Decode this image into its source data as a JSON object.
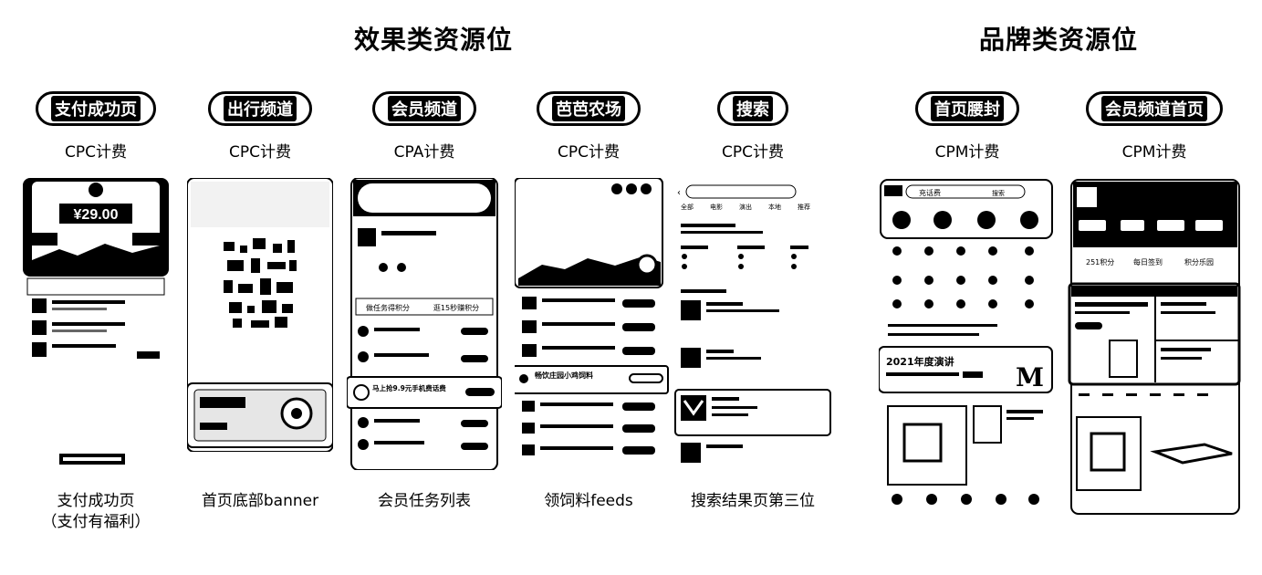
{
  "titles": {
    "performance": "效果类资源位",
    "brand": "品牌类资源位"
  },
  "columns": [
    {
      "label": "支付成功页",
      "billing": "CPC计费",
      "caption_line1": "支付成功页",
      "caption_line2": "（支付有福利）"
    },
    {
      "label": "出行频道",
      "billing": "CPC计费",
      "caption_line1": "首页底部banner",
      "caption_line2": ""
    },
    {
      "label": "会员频道",
      "billing": "CPA计费",
      "caption_line1": "会员任务列表",
      "caption_line2": ""
    },
    {
      "label": "芭芭农场",
      "billing": "CPC计费",
      "caption_line1": "领饲料feeds",
      "caption_line2": ""
    },
    {
      "label": "搜索",
      "billing": "CPC计费",
      "caption_line1": "搜索结果页第三位",
      "caption_line2": ""
    },
    {
      "label": "首页腰封",
      "billing": "CPM计费",
      "caption_line1": "",
      "caption_line2": ""
    },
    {
      "label": "会员频道首页",
      "billing": "CPM计费",
      "caption_line1": "",
      "caption_line2": ""
    }
  ],
  "screens": {
    "pay": {
      "amount": "¥29.00"
    },
    "member": {
      "tab1": "做任务得积分",
      "tab2": "逛15秒赚积分",
      "highlight": "马上抢9.9元手机费话费"
    },
    "farm": {
      "highlight": "畅饮庄园小鸡饲料"
    },
    "search": {
      "tabs": [
        "全部",
        "电影",
        "演出",
        "本地",
        "推荐"
      ]
    },
    "homebelt": {
      "search_hint": "充话费",
      "search_btn": "搜索",
      "banner": "2021年度演讲",
      "badge": "M"
    },
    "vip": {
      "points": "251积分",
      "daily": "每日签到",
      "rules": "积分乐园"
    }
  },
  "colors": {
    "ink": "#000000",
    "paper": "#ffffff"
  }
}
